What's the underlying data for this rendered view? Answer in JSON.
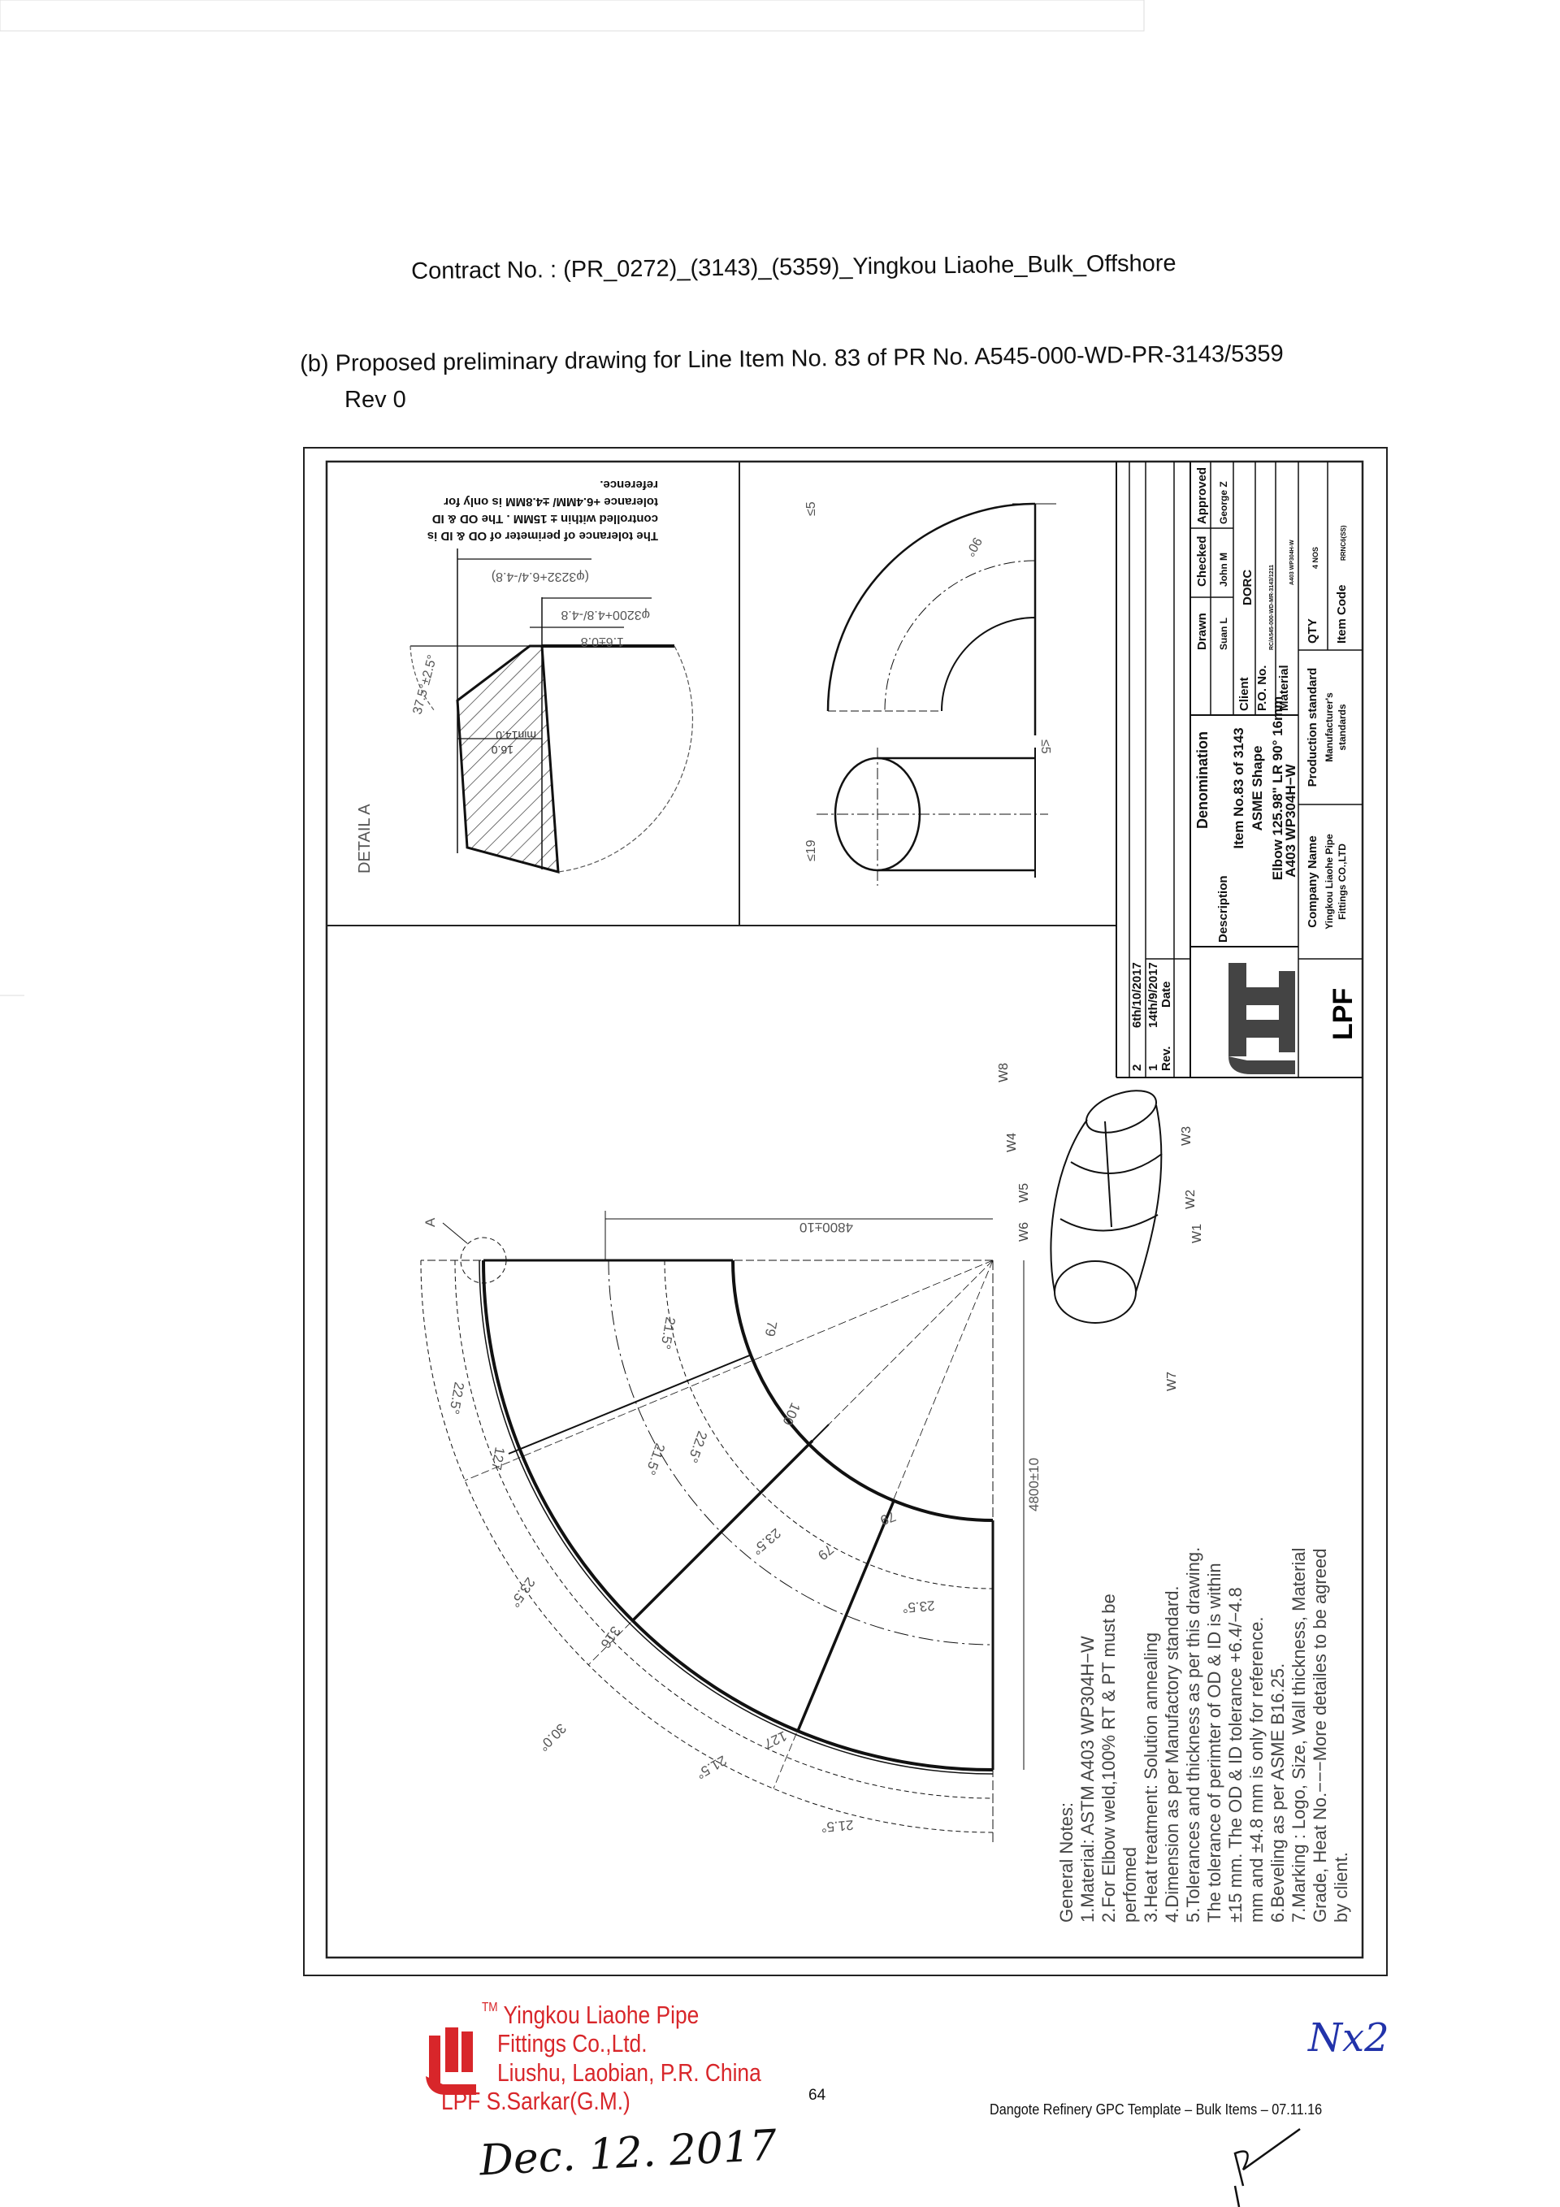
{
  "header": {
    "contract": "Contract No. : (PR_0272)_(3143)_(5359)_Yingkou Liaohe_Bulk_Offshore",
    "line_item": "(b)  Proposed preliminary drawing for Line Item No. 83 of PR No. A545-000-WD-PR-3143/5359",
    "rev": "Rev 0"
  },
  "detail_a": {
    "label": "DETAIL A",
    "note_lines": [
      "The tolerance of perimeter of OD & ID is",
      "controlled within ± 15MM . The OD & ID",
      "tolerance +6.4MM/ ±4.8MM is only for",
      "reference."
    ],
    "dim_od": "(φ3232+6.4/-4.8)",
    "dim_id": "φ3200+4.8/-4.8",
    "dim_root": "1.6±0.8",
    "dim_angle": "37.5°±2.5°",
    "dim_min": "min14.0",
    "dim_thk": "16.0"
  },
  "side_view": {
    "angle": "90°",
    "dim_top": "≤5",
    "dim_end": "≤5",
    "dim_cyl": "≤19"
  },
  "main_view": {
    "marker": "A",
    "dim_top": "4800±10",
    "dim_side": "4800±10",
    "seg_dims": [
      "21.5°",
      "22.5°",
      "22.5°",
      "23.5°",
      "21.5°",
      "30.0°",
      "23.5°",
      "21.5°",
      "21.5°",
      "23.5°"
    ],
    "inner_dims": [
      "100",
      "79",
      "79",
      "79"
    ],
    "weld_dims": [
      "127",
      "316",
      "127"
    ]
  },
  "iso_view": {
    "weld_labels": [
      "W1",
      "W2",
      "W3",
      "W4",
      "W5",
      "W6",
      "W7",
      "W8"
    ]
  },
  "notes": {
    "lines": [
      "General Notes:",
      "1.Material: ASTM A403 WP304H−W",
      "2.For Elbow weld,100% RT & PT must be",
      "perfomed",
      "3.Heat treatment: Solution annealing",
      "4.Dimension as per Manufactory standard.",
      "5.Tolerances and thickness as per  this drawing.",
      "The tolerance of perimter of OD & ID is within",
      "±15 mm. The OD & ID tolerance +6.4/−4.8",
      "mm and ±4.8 mm is only for reference.",
      "6.Beveling as per ASME B16.25.",
      "7.Marking : Logo, Size, Wall thickness, Material",
      "Grade, Heat No.−−−More detailes to be agreed",
      "by client."
    ]
  },
  "title_block": {
    "rev_header": "Rev.",
    "date_header": "Date",
    "revisions": [
      {
        "rev": "2",
        "date": "6th/10/2017"
      },
      {
        "rev": "1",
        "date": "14th/9/2017"
      }
    ],
    "denomination": "Denomination",
    "drawn_label": "Drawn",
    "checked_label": "Checked",
    "approved_label": "Approved",
    "drawn_by": "Suan L",
    "checked_by": "John M",
    "approved_by": "George Z",
    "description_label": "Description",
    "description_lines": [
      "Item No.83 of 3143",
      "ASME Shape",
      "Elbow 125.98\" LR 90° 16mm",
      "A403 WP304H−W"
    ],
    "client_label": "Client",
    "client": "DORC",
    "po_label": "P.O. No.",
    "po": "RC/A545-000-WD-MR-3143/1211",
    "material_label": "Material",
    "material": "A403 WP304H-W",
    "company_label": "Company Name",
    "company_lines": [
      "Yingkou Liaohe Pipe",
      "Fittings CO.,LTD"
    ],
    "production_label": "Production standard",
    "production_lines": [
      "Manufacturer's",
      "standards"
    ],
    "qty_label": "QTY",
    "qty": "4 NOS",
    "item_code_label": "Item Code",
    "item_code": "RRNC6(SS)",
    "logo_text": "LPF"
  },
  "stamp": {
    "tm": "TM",
    "lines": [
      "Yingkou Liaohe Pipe",
      "Fittings Co.,Ltd.",
      "Liushu, Laobian, P.R. China",
      "S.Sarkar(G.M.)"
    ],
    "lpf": "LPF",
    "color": "#d8262a"
  },
  "footer": {
    "page_number": "64",
    "template": "Dangote Refinery GPC Template – Bulk Items – 07.11.16",
    "handwritten_date": "Dec. 12. 2017",
    "initials": "Nx2"
  }
}
